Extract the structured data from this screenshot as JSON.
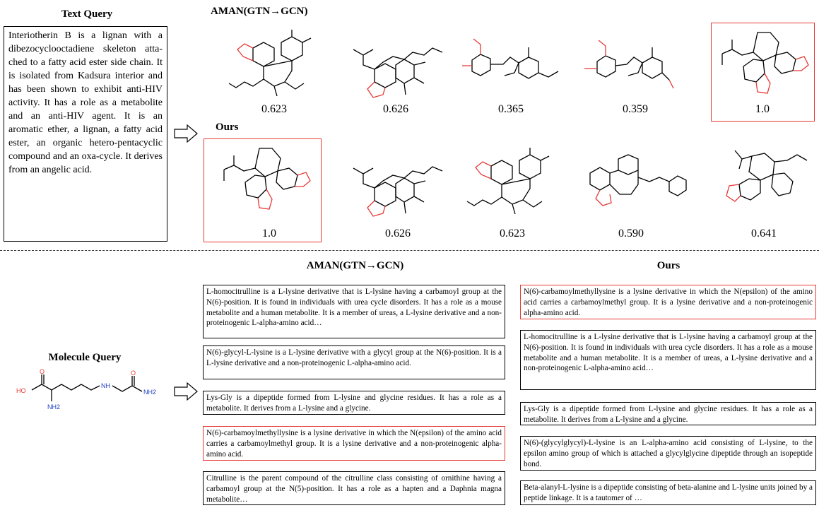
{
  "text_query": {
    "heading": "Text Query",
    "text": "Interiotherin B is a lignan with a dibezocyclooctadiene skeleton atta-ched to a fatty acid ester side chain. It is isolated from Kadsura interior and has been shown to exhibit anti-HIV activity. It has a role as a metabolite and an anti-HIV agent. It is an aromatic ether, a lignan, a fatty acid ester, an organic hetero-pentacyclic compound and an oxa-cycle. It derives from an angelic acid."
  },
  "top": {
    "aman_label": "AMAN(GTN→GCN)",
    "ours_label": "Ours",
    "aman_scores": [
      "0.623",
      "0.626",
      "0.365",
      "0.359",
      "1.0"
    ],
    "ours_scores": [
      "1.0",
      "0.626",
      "0.623",
      "0.590",
      "0.641"
    ]
  },
  "molecule_query": {
    "heading": "Molecule Query",
    "atoms": {
      "ho": "HO",
      "o1": "O",
      "nh2a": "NH2",
      "nh": "NH",
      "o2": "O",
      "nh2b": "NH2"
    }
  },
  "bottom": {
    "aman_label": "AMAN(GTN→GCN)",
    "ours_label": "Ours",
    "aman_results": [
      "L-homocitrulline is a L-lysine derivative that is L-lysine having a carbamoyl group at the N(6)-position. It is found in individuals with urea cycle disorders. It has a role as a mouse metabolite and a human metabolite. It is a member of ureas, a L-lysine derivative and a non-proteinogenic L-alpha-amino acid…",
      "N(6)-glycyl-L-lysine is a L-lysine derivative with a glycyl group at the N(6)-position. It is a L-lysine derivative and a non-proteinogenic L-alpha-amino acid.",
      "Lys-Gly is a dipeptide formed from L-lysine and glycine residues. It has a role as a metabolite. It derives from a L-lysine and a glycine.",
      "N(6)-carbamoylmethyllysine is a lysine derivative in which the N(epsilon) of the amino acid carries a carbamoylmethyl group. It is a lysine derivative and a non-proteinogenic alpha-amino acid.",
      "Citrulline is the parent compound of the citrulline class consisting of ornithine having a carbamoyl group at the N(5)-position. It has a role as a hapten and a Daphnia magna metabolite…"
    ],
    "ours_results": [
      "N(6)-carbamoylmethyllysine is a lysine derivative in which the N(epsilon) of the amino acid carries a carbamoylmethyl group. It is a lysine derivative and a non-proteinogenic alpha-amino acid.",
      "L-homocitrulline is a L-lysine derivative that is L-lysine having a carbamoyl group at the N(6)-position. It is found in individuals with urea cycle disorders. It has a role as a mouse metabolite and a human metabolite. It is a member of ureas, a L-lysine derivative and a non-proteinogenic L-alpha-amino acid…",
      "Lys-Gly is a dipeptide formed from L-lysine and glycine residues. It has a role as a metabolite. It derives from a L-lysine and a glycine.",
      "N(6)-(glycylglycyl)-L-lysine is an L-alpha-amino acid consisting of L-lysine, to the epsilon amino group of which is attached a glycylglycine dipeptide through an isopeptide bond.",
      "Beta-alanyl-L-lysine is a dipeptide consisting of beta-alanine and L-lysine units joined by a peptide linkage. It is a tautomer of …"
    ]
  },
  "colors": {
    "highlight": "#e53935",
    "nitrogen": "#1e3fc8",
    "oxygen": "#e53935"
  },
  "icons": [
    "right-arrow-icon",
    "molecule-structure"
  ]
}
